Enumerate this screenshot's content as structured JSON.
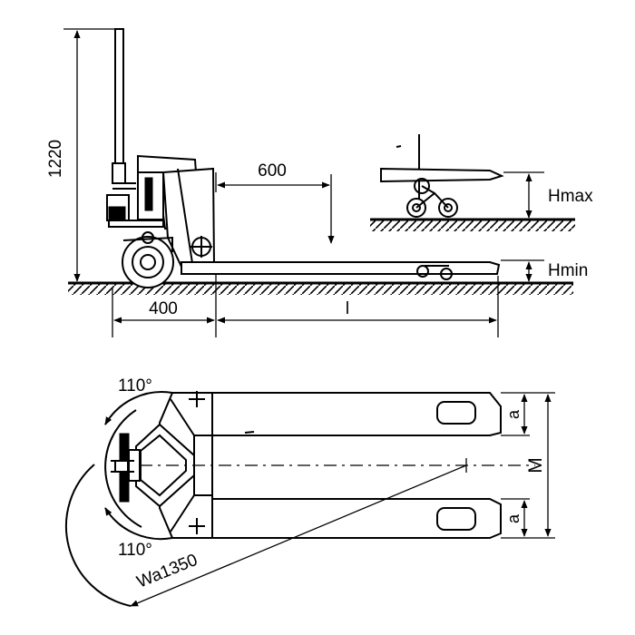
{
  "dimensions": {
    "height_total": "1220",
    "handle_depth": "400",
    "fork_length": "l",
    "load_center": "600",
    "h_max": "Hmax",
    "h_min": "Hmin",
    "fork_width": "a",
    "overall_width": "M",
    "angle_top": "110°",
    "angle_bottom": "110°",
    "turning_radius": "Wa1350"
  }
}
